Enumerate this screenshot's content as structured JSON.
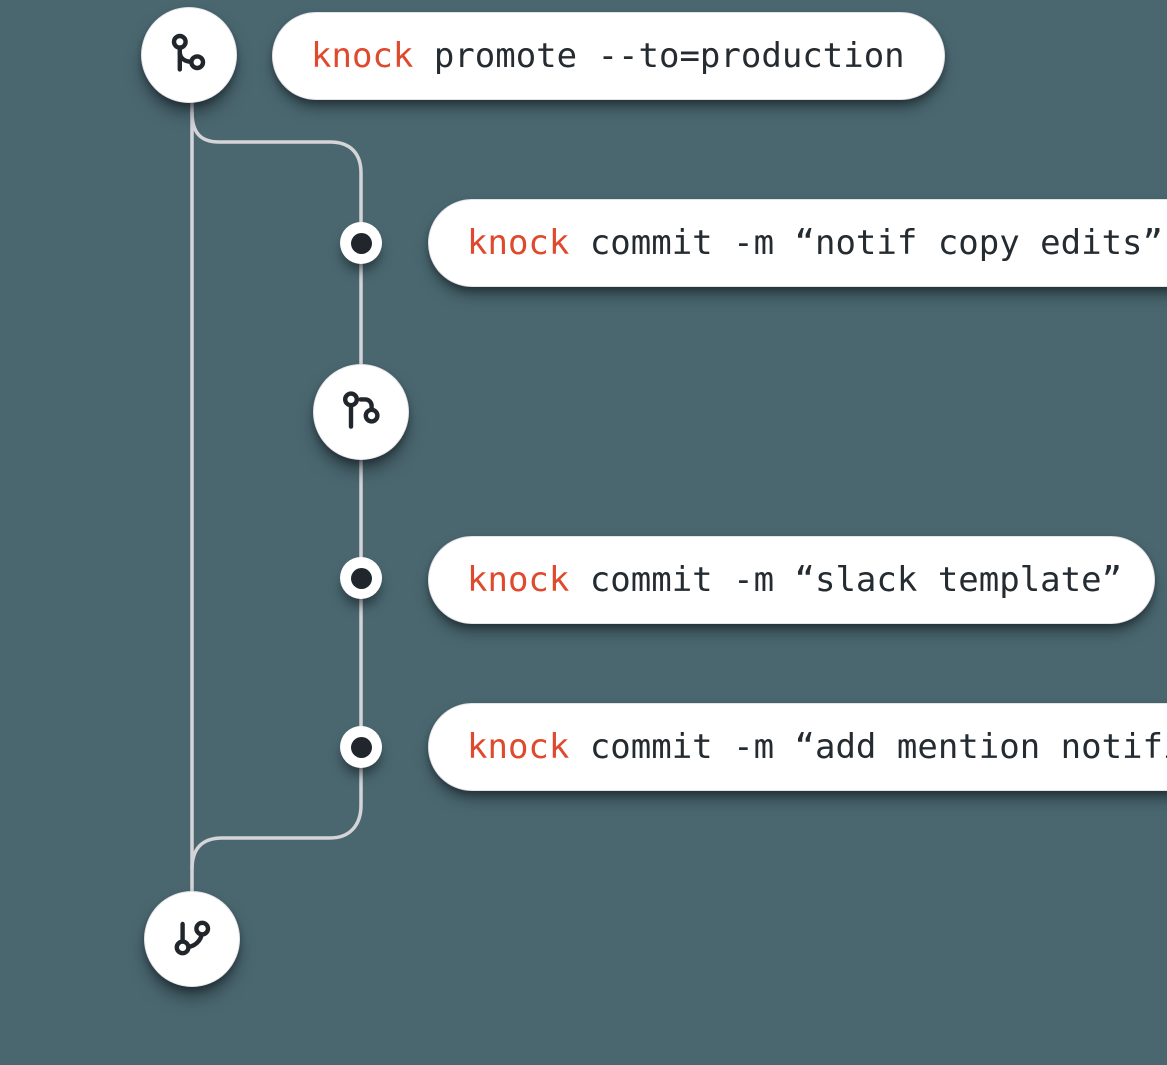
{
  "illustration": {
    "description": "Git-style branch diagram of knock CLI commands",
    "colors": {
      "background": "#4A6770",
      "pill_background": "#FFFFFF",
      "rail_line": "#D5D5D9",
      "ink": "#242B31",
      "accent": "#DF4A2E"
    },
    "pills": [
      {
        "command": "knock",
        "args": " promote --to=production"
      },
      {
        "command": "knock",
        "args": " commit -m “notif copy edits”"
      },
      {
        "command": "knock",
        "args": " commit -m “slack template”"
      },
      {
        "command": "knock",
        "args": " commit -m “add mention notifi"
      }
    ],
    "nodes": [
      {
        "icon": "git-branch-icon"
      },
      {
        "icon": "git-branch-alt-icon"
      },
      {
        "icon": "git-merge-icon"
      }
    ]
  }
}
